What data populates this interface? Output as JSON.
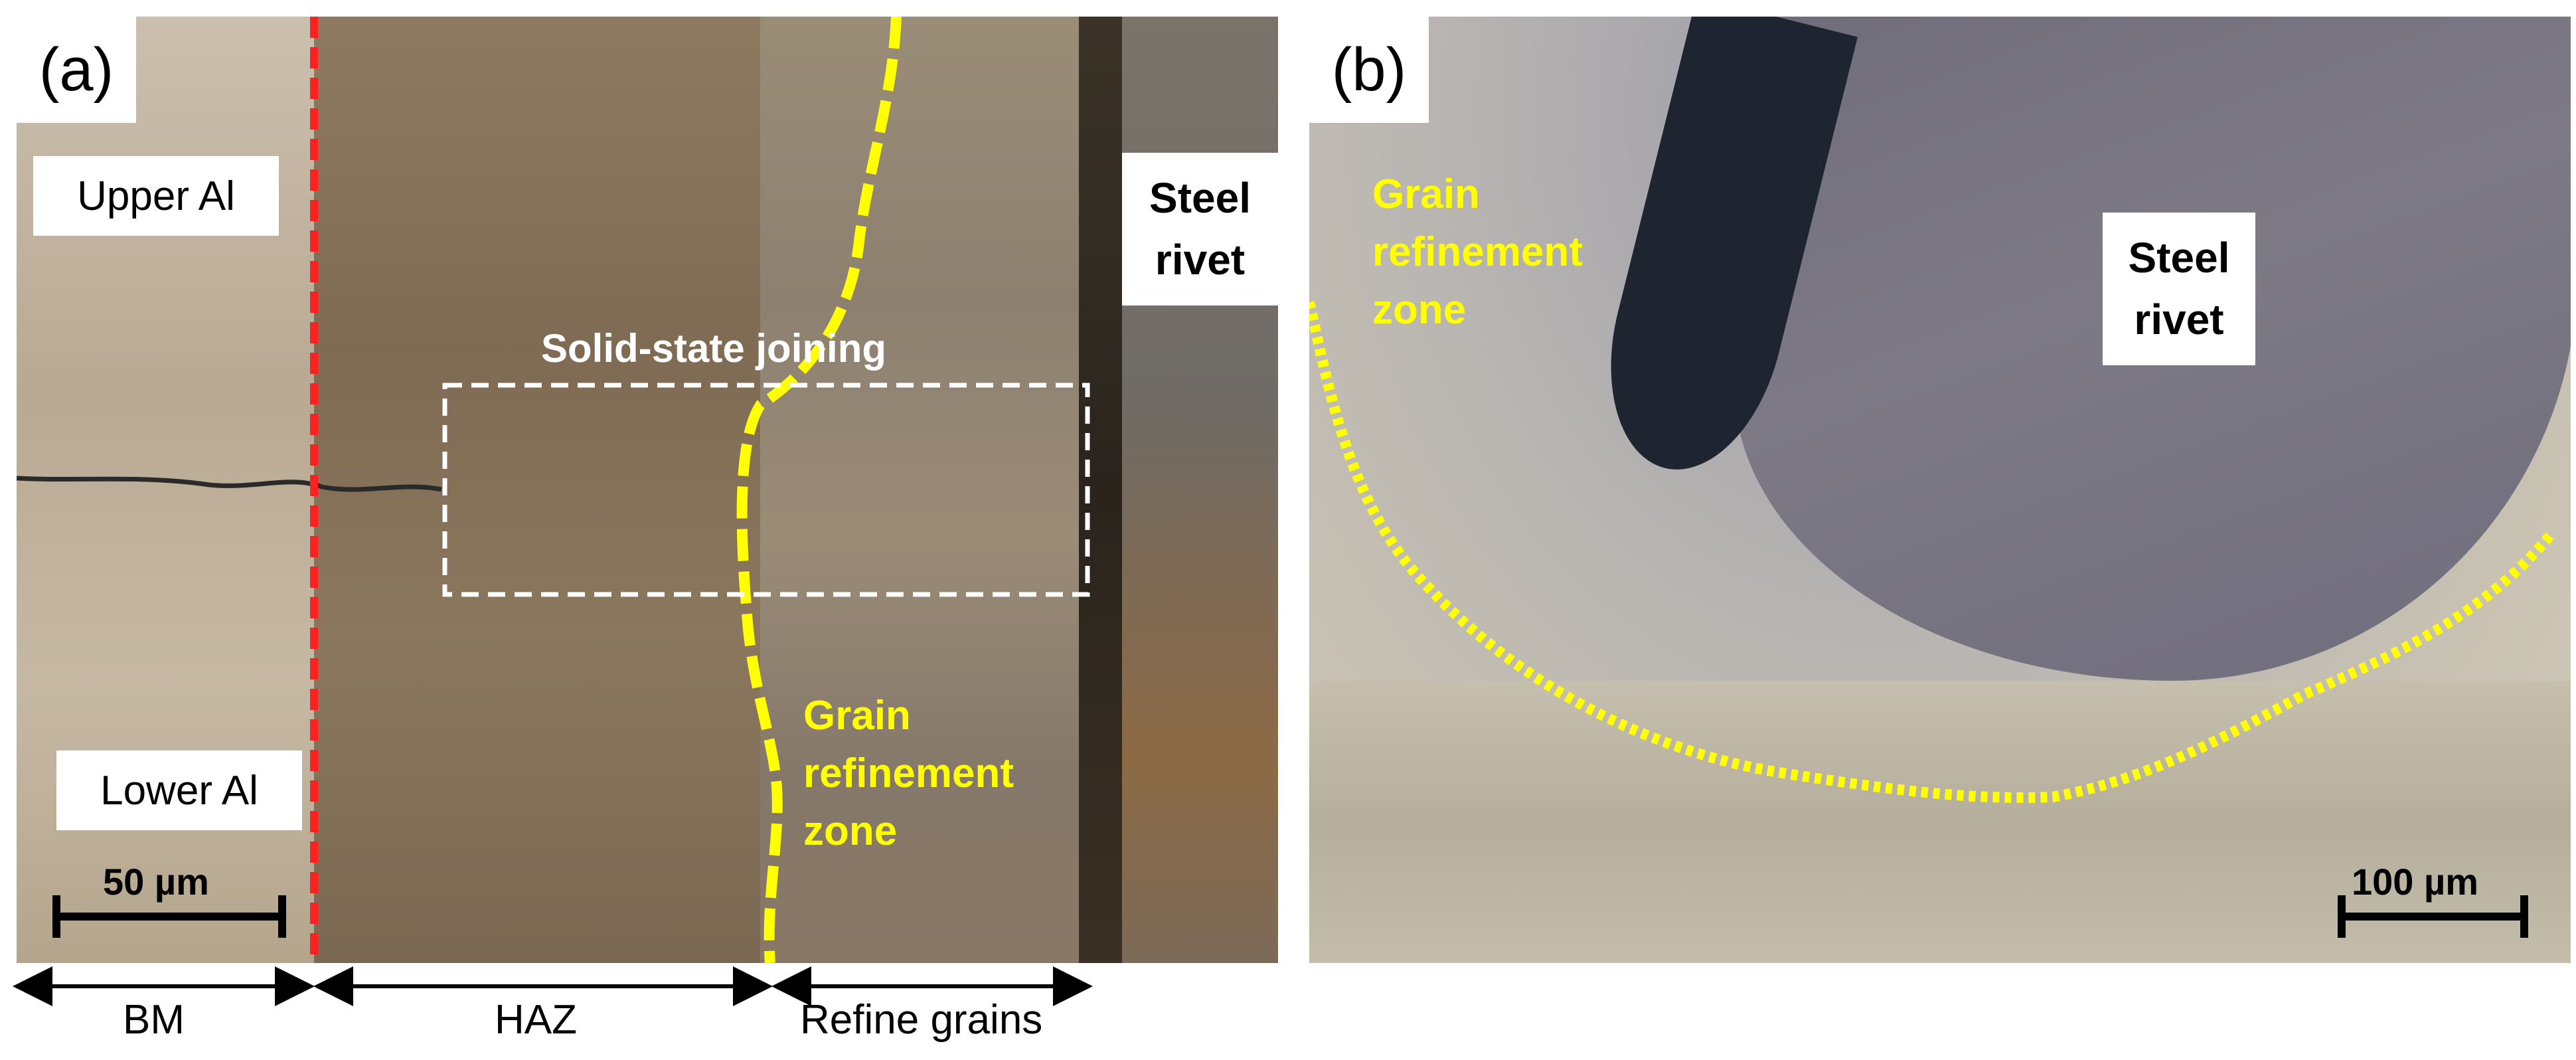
{
  "panel_a": {
    "letter": "(a)",
    "upper_label": "Upper Al",
    "lower_label": "Lower Al",
    "rivet_label_line1": "Steel",
    "rivet_label_line2": "rivet",
    "joining_label": "Solid-state joining",
    "grain_label_line1": "Grain",
    "grain_label_line2": "refinement",
    "grain_label_line3": "zone",
    "scale_label": "50 µm"
  },
  "panel_b": {
    "letter": "(b)",
    "rivet_label_line1": "Steel",
    "rivet_label_line2": "rivet",
    "grain_label_line1": "Grain",
    "grain_label_line2": "refinement",
    "grain_label_line3": "zone",
    "scale_label": "100 µm"
  },
  "zones": {
    "bm": "BM",
    "haz": "HAZ",
    "refine": "Refine grains"
  },
  "colors": {
    "boundary_red": "#ff2020",
    "boundary_yellow": "#ffff00",
    "box_white": "#ffffff"
  }
}
